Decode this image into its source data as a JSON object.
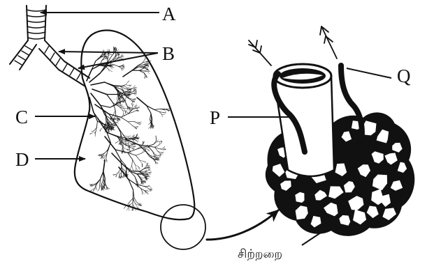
{
  "labels": {
    "a": "A",
    "b": "B",
    "c": "C",
    "d": "D",
    "p": "P",
    "q": "Q",
    "alveoli": "சிற்றறை"
  },
  "colors": {
    "ink": "#111111",
    "background": "#ffffff"
  }
}
